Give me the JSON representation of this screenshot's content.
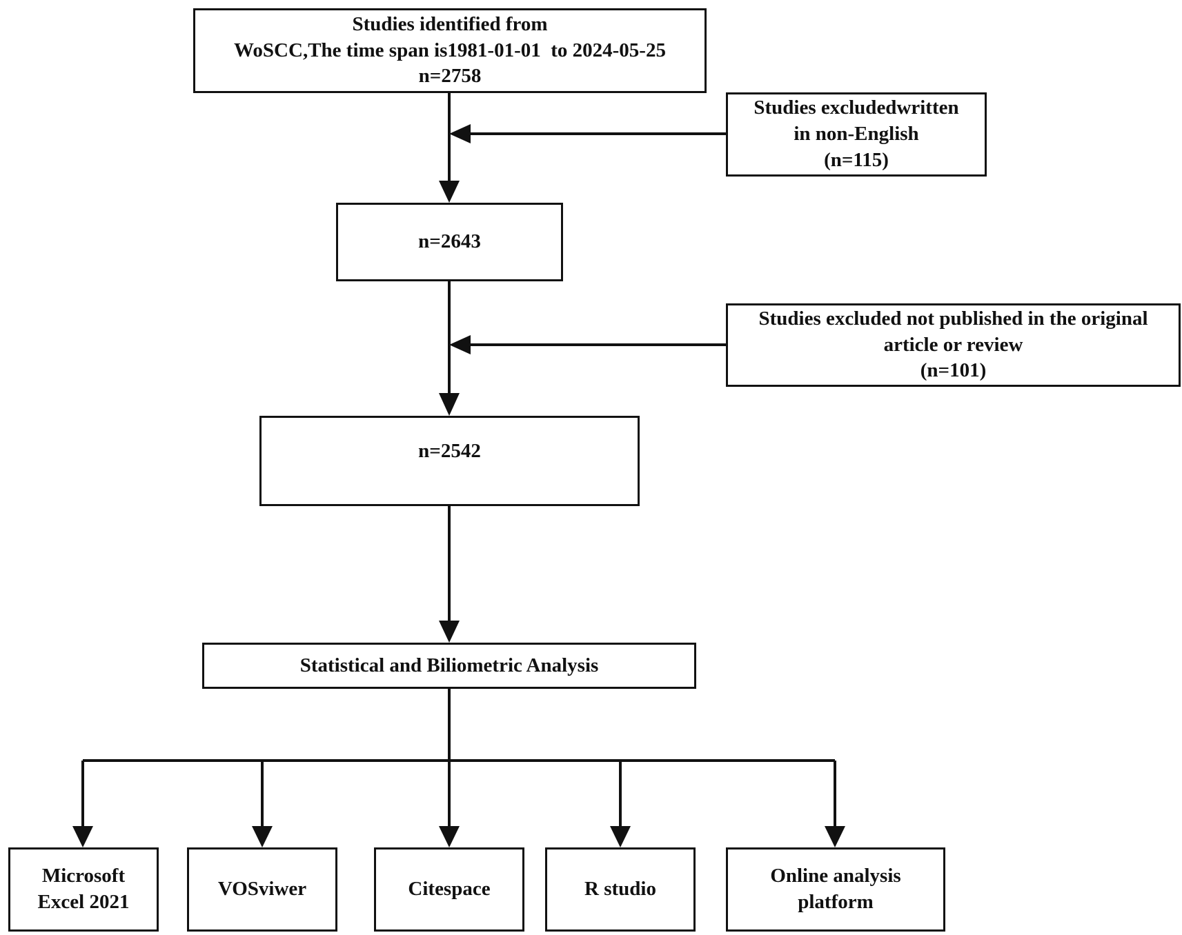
{
  "flow": {
    "identified": {
      "lines": [
        "Studies identified from",
        "WoSCC,The time span is1981-01-01  to 2024-05-25",
        "n=2758"
      ]
    },
    "excluded_language": {
      "lines": [
        "Studies excludedwritten",
        "in non-English",
        "(n=115)"
      ]
    },
    "after_language": {
      "label": "n=2643"
    },
    "excluded_type": {
      "lines": [
        "Studies excluded not published in the original",
        "article or review",
        "(n=101)"
      ]
    },
    "after_type": {
      "label": "n=2542"
    },
    "analysis": {
      "label": "Statistical and Biliometric Analysis"
    },
    "tools": [
      {
        "lines": [
          "Microsoft",
          "Excel 2021"
        ]
      },
      {
        "lines": [
          "VOSviwer"
        ]
      },
      {
        "lines": [
          "Citespace"
        ]
      },
      {
        "lines": [
          "R studio"
        ]
      },
      {
        "lines": [
          "Online analysis",
          "platform"
        ]
      }
    ]
  },
  "colors": {
    "stroke": "#111111",
    "background": "#ffffff"
  }
}
